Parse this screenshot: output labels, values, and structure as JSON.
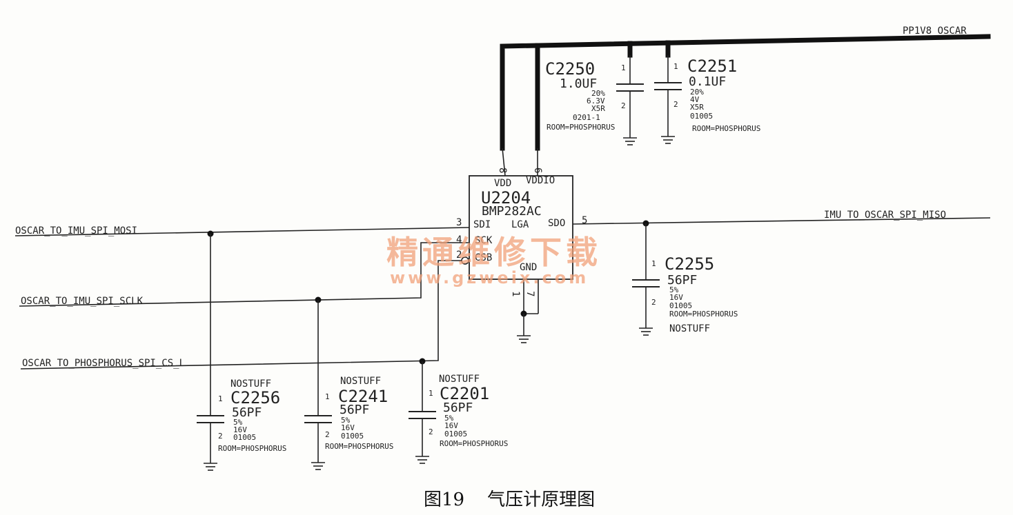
{
  "nets": {
    "pp1v8": "PP1V8_OSCAR",
    "miso": "IMU_TO_OSCAR_SPI_MISO",
    "mosi": "OSCAR_TO_IMU_SPI_MOSI",
    "sclk": "OSCAR_TO_IMU_SPI_SCLK",
    "cs": "OSCAR_TO_PHOSPHORUS_SPI_CS_L"
  },
  "chip": {
    "ref": "U2204",
    "part": "BMP282AC",
    "pkg": "LGA",
    "pins": {
      "vdd": "VDD",
      "vddio": "VDDIO",
      "sdi": "SDI",
      "sdo": "SDO",
      "sck": "SCK",
      "csb": "CSB",
      "gnd": "GND",
      "n8": "8",
      "n6": "6",
      "n3": "3",
      "n4": "4",
      "n2": "2",
      "n5": "5",
      "n1": "1",
      "n7": "7"
    }
  },
  "caps": {
    "c2250": {
      "ref": "C2250",
      "val": "1.0UF",
      "tol": "20%",
      "volt": "6.3V",
      "diel": "X5R",
      "pkg": "0201-1",
      "room": "ROOM=PHOSPHORUS",
      "p1": "1",
      "p2": "2"
    },
    "c2251": {
      "ref": "C2251",
      "val": "0.1UF",
      "tol": "20%",
      "volt": "4V",
      "diel": "X5R",
      "pkg": "01005",
      "room": "ROOM=PHOSPHORUS",
      "p1": "1",
      "p2": "2"
    },
    "c2255": {
      "ref": "C2255",
      "val": "56PF",
      "tol": "5%",
      "volt": "16V",
      "pkg": "01005",
      "room": "ROOM=PHOSPHORUS",
      "stuff": "NOSTUFF",
      "p1": "1",
      "p2": "2"
    },
    "c2256": {
      "ref": "C2256",
      "val": "56PF",
      "tol": "5%",
      "volt": "16V",
      "pkg": "01005",
      "room": "ROOM=PHOSPHORUS",
      "stuff": "NOSTUFF",
      "p1": "1",
      "p2": "2"
    },
    "c2241": {
      "ref": "C2241",
      "val": "56PF",
      "tol": "5%",
      "volt": "16V",
      "pkg": "01005",
      "room": "ROOM=PHOSPHORUS",
      "stuff": "NOSTUFF",
      "p1": "1",
      "p2": "2"
    },
    "c2201": {
      "ref": "C2201",
      "val": "56PF",
      "tol": "5%",
      "volt": "16V",
      "pkg": "01005",
      "room": "ROOM=PHOSPHORUS",
      "stuff": "NOSTUFF",
      "p1": "1",
      "p2": "2"
    }
  },
  "watermark": {
    "cn": "精通维修下载",
    "url": "www.gzweix.com"
  },
  "caption": "图19    气压计原理图"
}
